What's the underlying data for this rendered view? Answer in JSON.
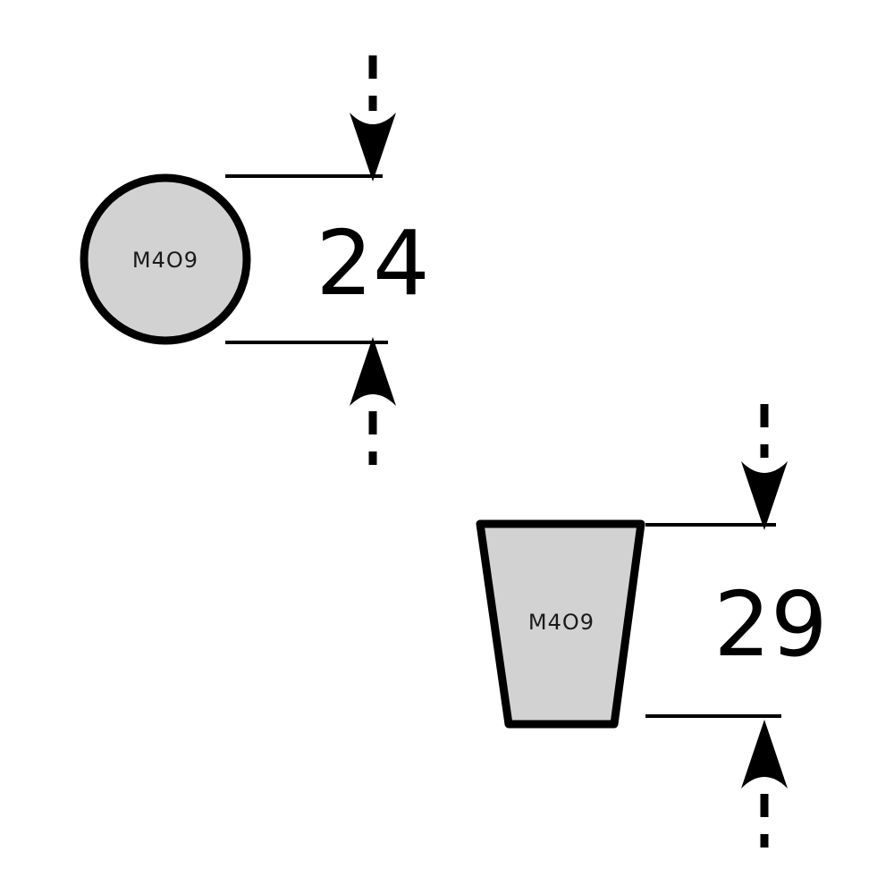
{
  "drawing": {
    "colors": {
      "background": "#ffffff",
      "shape_fill": "#d2d2d2",
      "line_color": "#000000",
      "text_color": "#1a1a1a"
    },
    "views": [
      {
        "shape": "circle-top-view",
        "part_label": "M4O9",
        "dimension_value": "24"
      },
      {
        "shape": "tapered-side-view",
        "part_label": "M4O9",
        "dimension_value": "29"
      }
    ]
  }
}
